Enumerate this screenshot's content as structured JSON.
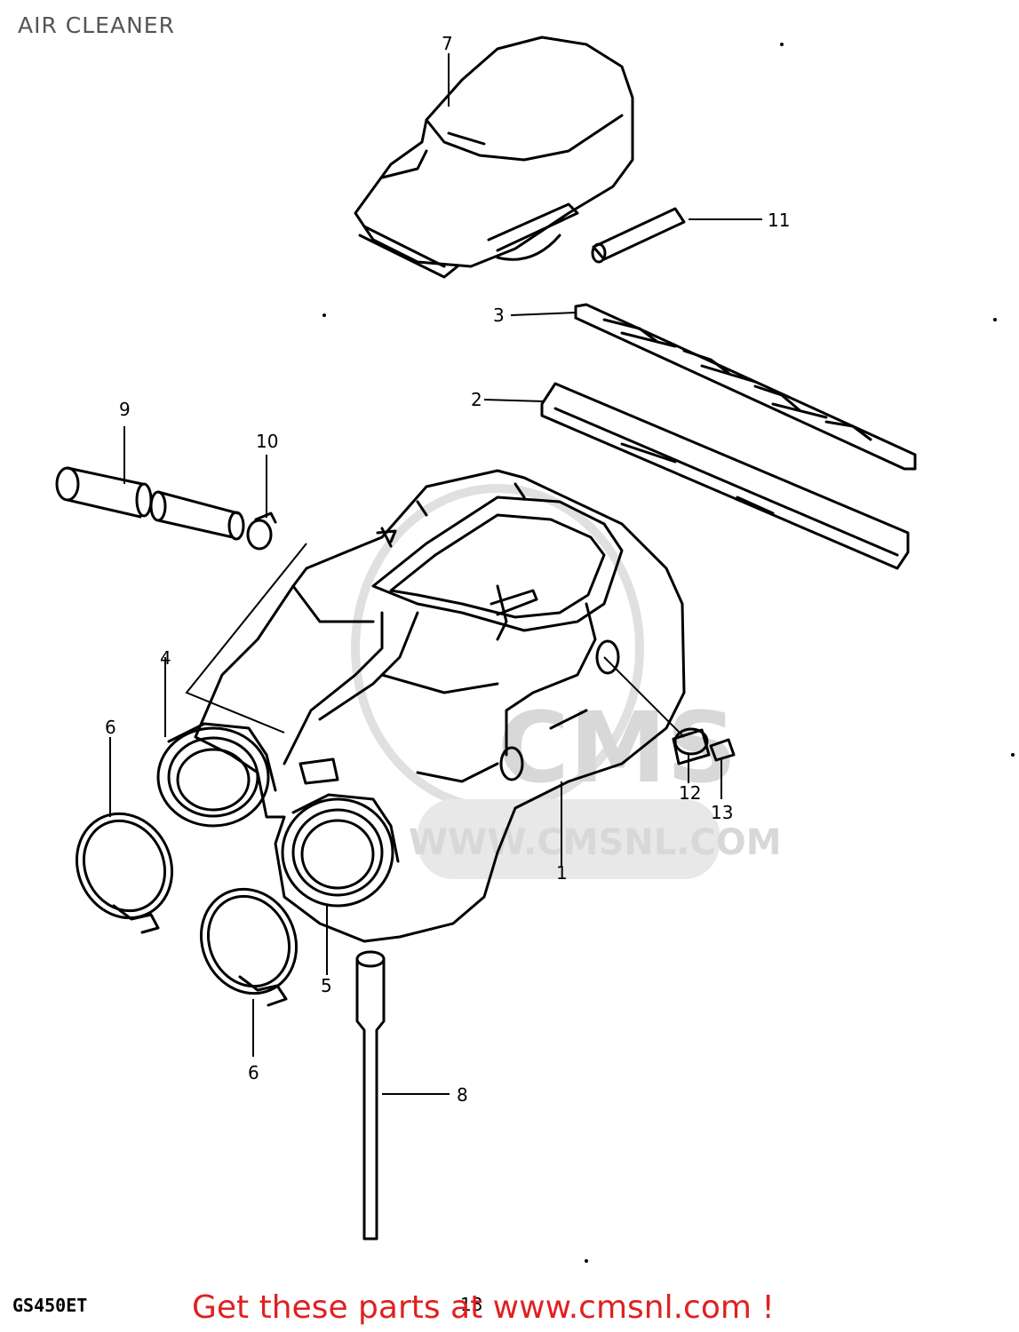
{
  "header": {
    "title": "AIR CLEANER"
  },
  "footer": {
    "model_code": "GS450ET",
    "promo_text": "Get these parts at www.cmsnl.com !",
    "page_ref": "13"
  },
  "watermark": {
    "brand": "CMS",
    "url": "WWW.CMSNL.COM"
  },
  "callouts": {
    "c1": "1",
    "c2": "2",
    "c3": "3",
    "c4": "4",
    "c5": "5",
    "c6a": "6",
    "c6b": "6",
    "c7": "7",
    "c8": "8",
    "c9": "9",
    "c10": "10",
    "c11": "11",
    "c12": "12",
    "c13": "13"
  },
  "colors": {
    "line": "#000000",
    "promo": "#e02020",
    "watermark": "#d4d4d4"
  }
}
